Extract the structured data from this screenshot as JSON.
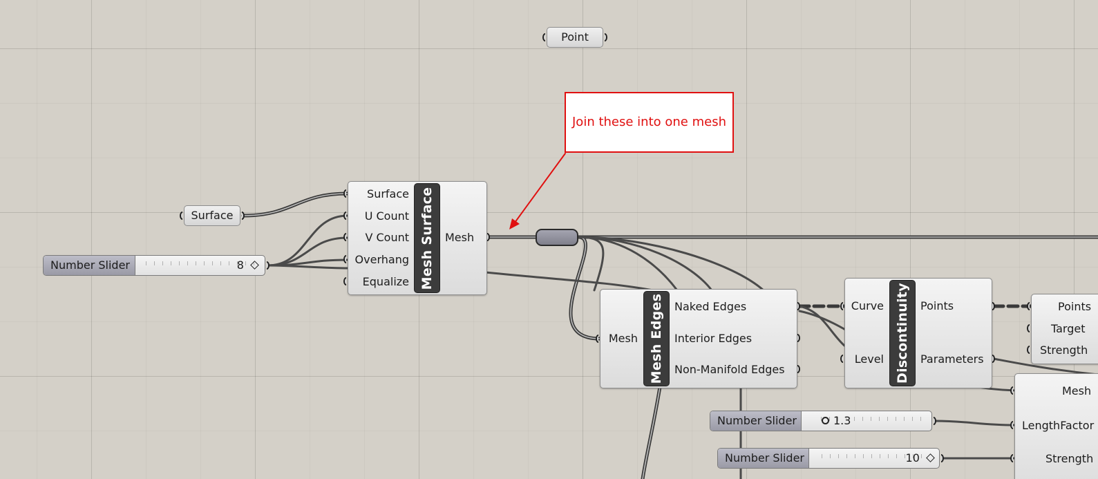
{
  "window": {
    "bg_color": "#d4d0c8",
    "accent_red": "#e01010"
  },
  "params": {
    "point": "Point",
    "surface": "Surface"
  },
  "annotation": {
    "text": "Join these into one mesh"
  },
  "mesh_surface": {
    "title": "Mesh Surface",
    "inputs": [
      "Surface",
      "U Count",
      "V Count",
      "Overhang",
      "Equalize"
    ],
    "output": "Mesh"
  },
  "mesh_edges": {
    "title": "Mesh Edges",
    "input": "Mesh",
    "outputs": [
      "Naked Edges",
      "Interior Edges",
      "Non-Manifold Edges"
    ]
  },
  "discontinuity": {
    "title": "Discontinuity",
    "inputs": [
      "Curve",
      "Level"
    ],
    "outputs": [
      "Points",
      "Parameters"
    ]
  },
  "partial_comp_1": {
    "inputs": [
      "Points",
      "Target",
      "Strength"
    ]
  },
  "partial_comp_2": {
    "inputs": [
      "Mesh",
      "LengthFactor",
      "Strength"
    ]
  },
  "sliders": [
    {
      "label": "Number Slider",
      "value": "8",
      "position": 0.9
    },
    {
      "label": "Number Slider",
      "value": "1.3",
      "position": 0.02
    },
    {
      "label": "Number Slider",
      "value": "10",
      "position": 0.9
    }
  ]
}
